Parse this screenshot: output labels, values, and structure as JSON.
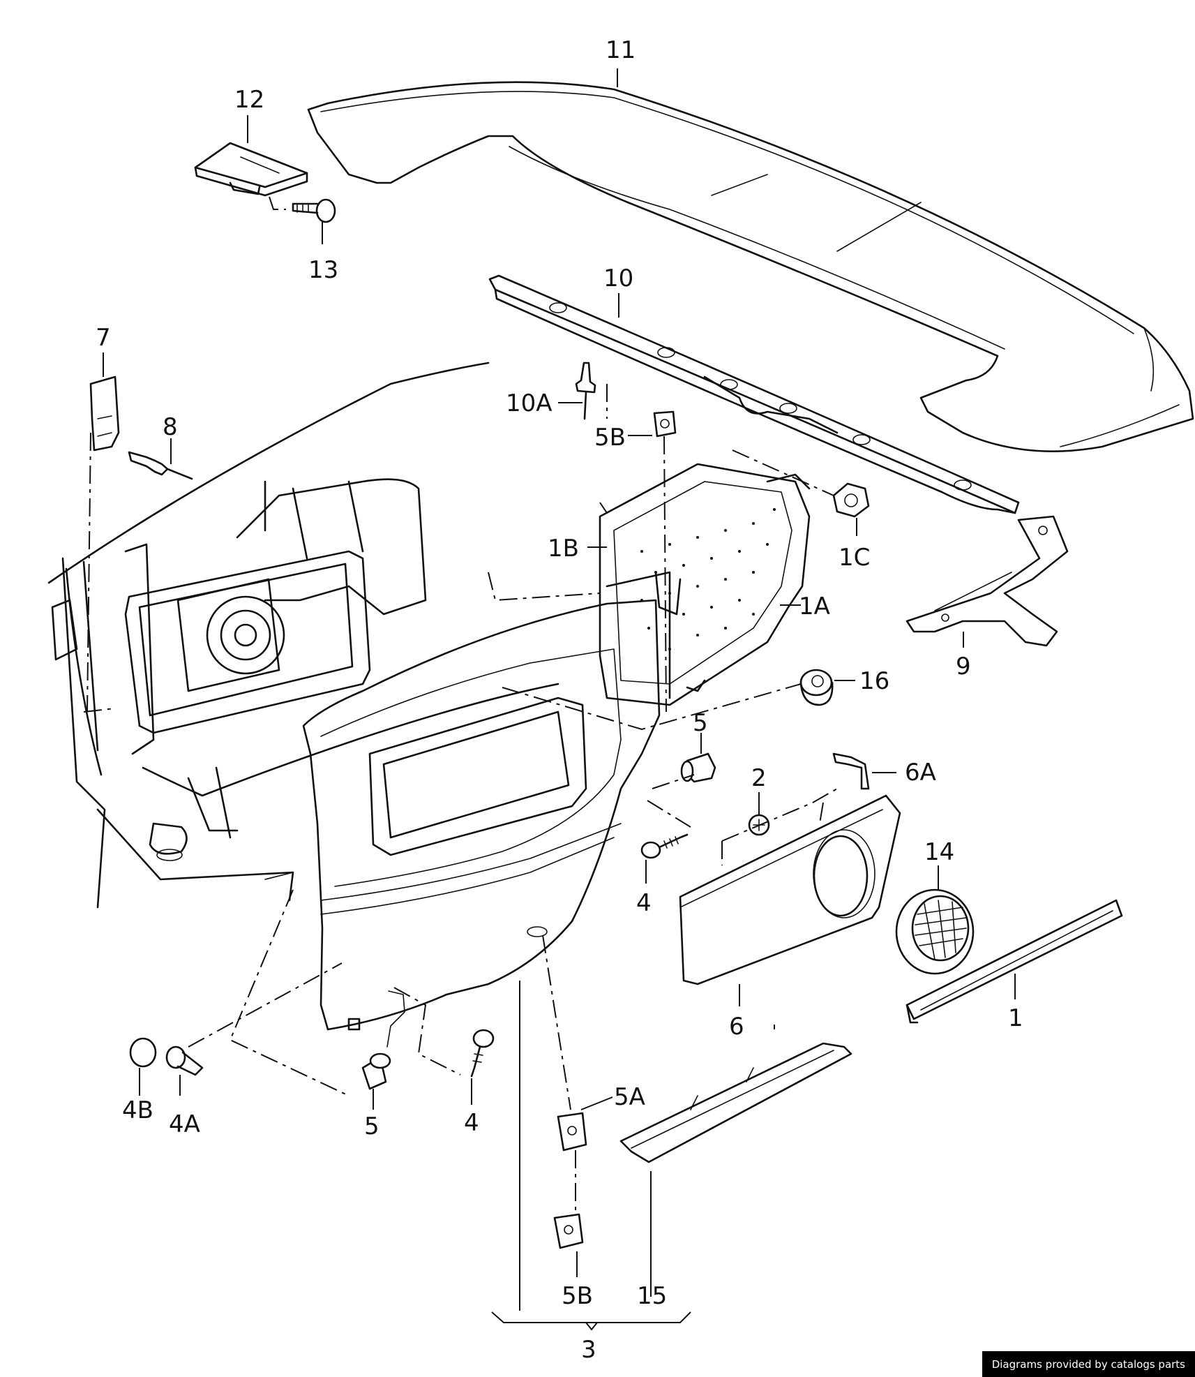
{
  "callouts": {
    "p1": "1",
    "p1a": "1A",
    "p1b": "1B",
    "p1c": "1C",
    "p2": "2",
    "p3": "3",
    "p4_upper": "4",
    "p4_lower": "4",
    "p4a": "4A",
    "p4b": "4B",
    "p5_upper": "5",
    "p5_lower": "5",
    "p5a": "5A",
    "p5b_upper": "5B",
    "p5b_lower": "5B",
    "p6": "6",
    "p6a": "6A",
    "p7": "7",
    "p8": "8",
    "p9": "9",
    "p10": "10",
    "p10a": "10A",
    "p11": "11",
    "p12": "12",
    "p13": "13",
    "p14": "14",
    "p15": "15",
    "p16": "16"
  },
  "footer": {
    "text": "Diagrams provided by catalogs parts"
  }
}
